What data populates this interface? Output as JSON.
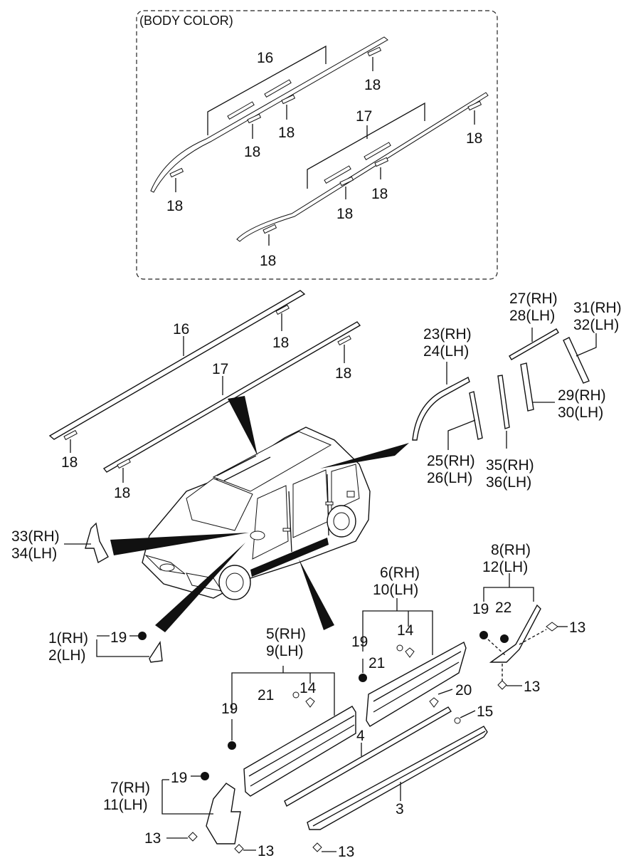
{
  "inset": {
    "caption": "(BODY COLOR)"
  },
  "labels": {
    "p16": "16",
    "p17": "17",
    "p18": "18",
    "p23": "23(RH)",
    "p24": "24(LH)",
    "p25": "25(RH)",
    "p26": "26(LH)",
    "p27": "27(RH)",
    "p28": "28(LH)",
    "p29": "29(RH)",
    "p30": "30(LH)",
    "p31": "31(RH)",
    "p32": "32(LH)",
    "p33": "33(RH)",
    "p34": "34(LH)",
    "p35": "35(RH)",
    "p36": "36(LH)",
    "p1": "1(RH)",
    "p2": "2(LH)",
    "p3": "3",
    "p4": "4",
    "p5": "5(RH)",
    "p9": "9(LH)",
    "p6": "6(RH)",
    "p10": "10(LH)",
    "p7": "7(RH)",
    "p11": "11(LH)",
    "p8": "8(RH)",
    "p12": "12(LH)",
    "p13": "13",
    "p14": "14",
    "p15": "15",
    "p19": "19",
    "p20": "20",
    "p21": "21",
    "p22": "22"
  }
}
